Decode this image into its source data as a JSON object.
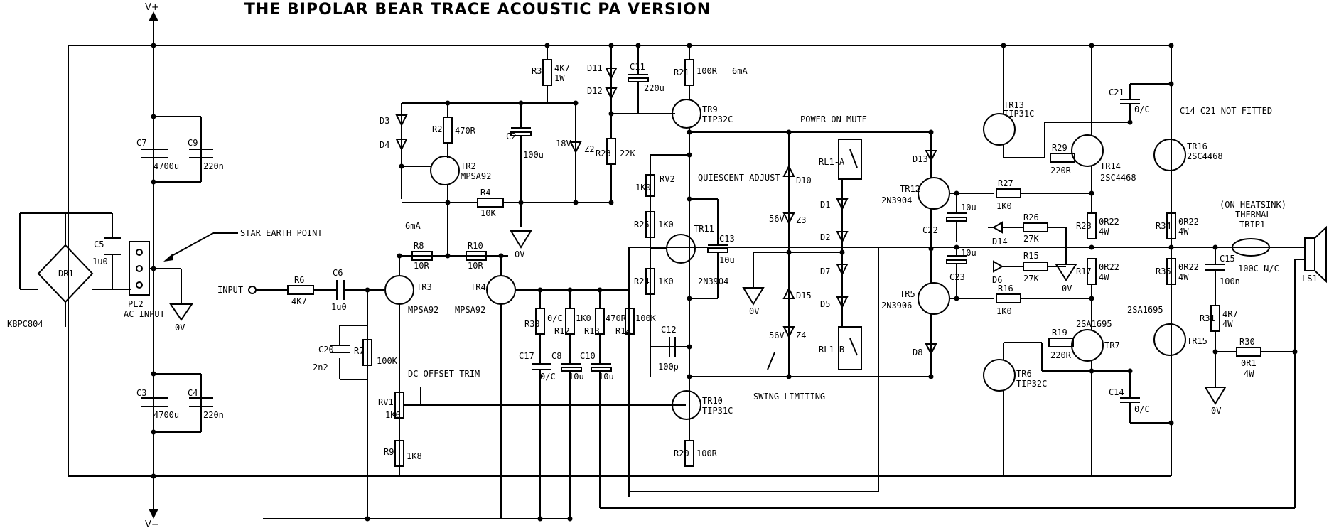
{
  "title": "THE BIPOLAR BEAR TRACE ACOUSTIC PA VERSION",
  "rails": {
    "vplus": "V+",
    "vminus": "V−"
  },
  "notes": {
    "star_earth": "STAR EARTH POINT",
    "input": "INPUT",
    "dc_offset": "DC OFFSET TRIM",
    "quiescent": "QUIESCENT ADJUST",
    "power_on_mute": "POWER ON MUTE",
    "swing_limiting": "SWING LIMITING",
    "not_fitted": "C14 C21 NOT FITTED",
    "on_heatsink": "(ON HEATSINK)",
    "thermal": "THERMAL",
    "trip1": "TRIP1",
    "thermal_spec": "100C N/C",
    "ma6_a": "6mA",
    "ma6_b": "6mA",
    "zero_v": "0V"
  },
  "power": {
    "bridge": "DR1",
    "bridge_part": "KBPC804",
    "pl2": "PL2",
    "ac_input": "AC INPUT",
    "c7": "C7",
    "c7_val": "4700u",
    "c9": "C9",
    "c9_val": "220n",
    "c3": "C3",
    "c3_val": "4700u",
    "c4": "C4",
    "c4_val": "220n",
    "c5": "C5",
    "c5_val": "1u0"
  },
  "input_stage": {
    "r6": "R6",
    "r6_val": "4K7",
    "c6": "C6",
    "c6_val": "1u0",
    "c20": "C20",
    "c20_val": "2n2",
    "r7": "R7",
    "r7_val": "100K",
    "rv1": "RV1",
    "rv1_val": "1K0",
    "r9": "R9",
    "r9_val": "1K8",
    "r8": "R8",
    "r8_val": "10R",
    "r10": "R10",
    "r10_val": "10R",
    "tr3": "TR3",
    "tr3_part": "MPSA92",
    "tr4": "TR4",
    "tr4_part": "MPSA92",
    "r33": "R33",
    "r33_val": "0/C",
    "r12": "R12",
    "r12_val": "1K0",
    "r13": "R13",
    "r13_val": "470R",
    "r14": "R14",
    "r14_val": "100K",
    "c17": "C17",
    "c17_val": "0/C",
    "c8": "C8",
    "c8_val": "10u",
    "c10": "C10",
    "c10_val": "10u"
  },
  "vas": {
    "r3": "R3",
    "r3_val": "4K7",
    "r3_pw": "1W",
    "r2": "R2",
    "r2_val": "470R",
    "d3": "D3",
    "d4": "D4",
    "tr2": "TR2",
    "tr2_part": "MPSA92",
    "c2": "C2",
    "c2_val": "100u",
    "z2": "Z2",
    "z2_val": "18V",
    "r4": "R4",
    "r4_val": "10K",
    "d11": "D11",
    "d12": "D12",
    "c11": "C11",
    "c11_val": "220u",
    "r21": "R21",
    "r21_val": "100R",
    "r23": "R23",
    "r23_val": "22K",
    "tr9": "TR9",
    "tr9_part": "TIP32C",
    "rv2": "RV2",
    "rv2_val": "1K0",
    "r25": "R25",
    "r25_val": "1K0",
    "r24": "R24",
    "r24_val": "1K0",
    "tr11": "TR11",
    "tr11_part": "2N3904",
    "c13": "C13",
    "c13_val": "10u",
    "c12": "C12",
    "c12_val": "100p",
    "tr10": "TR10",
    "tr10_part": "TIP31C",
    "r20": "R20",
    "r20_val": "100R"
  },
  "protection": {
    "d10": "D10",
    "z3": "Z3",
    "z3_val": "56V",
    "d15": "D15",
    "z4": "Z4",
    "z4_val": "56V",
    "rl1a": "RL1-A",
    "rl1b": "RL1-B",
    "d1": "D1",
    "d2": "D2",
    "d5": "D5",
    "d7": "D7"
  },
  "output": {
    "tr13": "TR13",
    "tr13_part": "TIP31C",
    "tr14": "TR14",
    "tr14_part": "2SC4468",
    "tr16": "TR16",
    "tr16_part": "2SC4468",
    "tr12": "TR12",
    "tr12_part": "2N3904",
    "tr5": "TR5",
    "tr5_part": "2N3906",
    "tr6": "TR6",
    "tr6_part": "TIP32C",
    "tr7": "TR7",
    "tr7_part": "2SA1695",
    "tr15": "TR15",
    "tr15_part": "2SA1695",
    "d13": "D13",
    "d14": "D14",
    "d6": "D6",
    "d8": "D8",
    "c21": "C21",
    "c21_val": "0/C",
    "c14": "C14",
    "c14_val": "0/C",
    "c22": "C22",
    "c22_val": "10u",
    "c23": "C23",
    "c23_val": "10u",
    "r29": "R29",
    "r29_val": "220R",
    "r19": "R19",
    "r19_val": "220R",
    "r27": "R27",
    "r27_val": "1K0",
    "r26": "R26",
    "r26_val": "27K",
    "r15": "R15",
    "r15_val": "27K",
    "r16": "R16",
    "r16_val": "1K0",
    "r28": "R28",
    "r28_val": "0R22",
    "r28_pw": "4W",
    "r17": "R17",
    "r17_val": "0R22",
    "r17_pw": "4W",
    "r34": "R34",
    "r34_val": "0R22",
    "r34_pw": "4W",
    "r35": "R35",
    "r35_val": "0R22",
    "r35_pw": "4W",
    "c15": "C15",
    "c15_val": "100n",
    "r31": "R31",
    "r31_val": "4R7",
    "r31_pw": "4W",
    "r30": "R30",
    "r30_val": "0R1",
    "r30_pw": "4W",
    "ls1": "LS1"
  }
}
